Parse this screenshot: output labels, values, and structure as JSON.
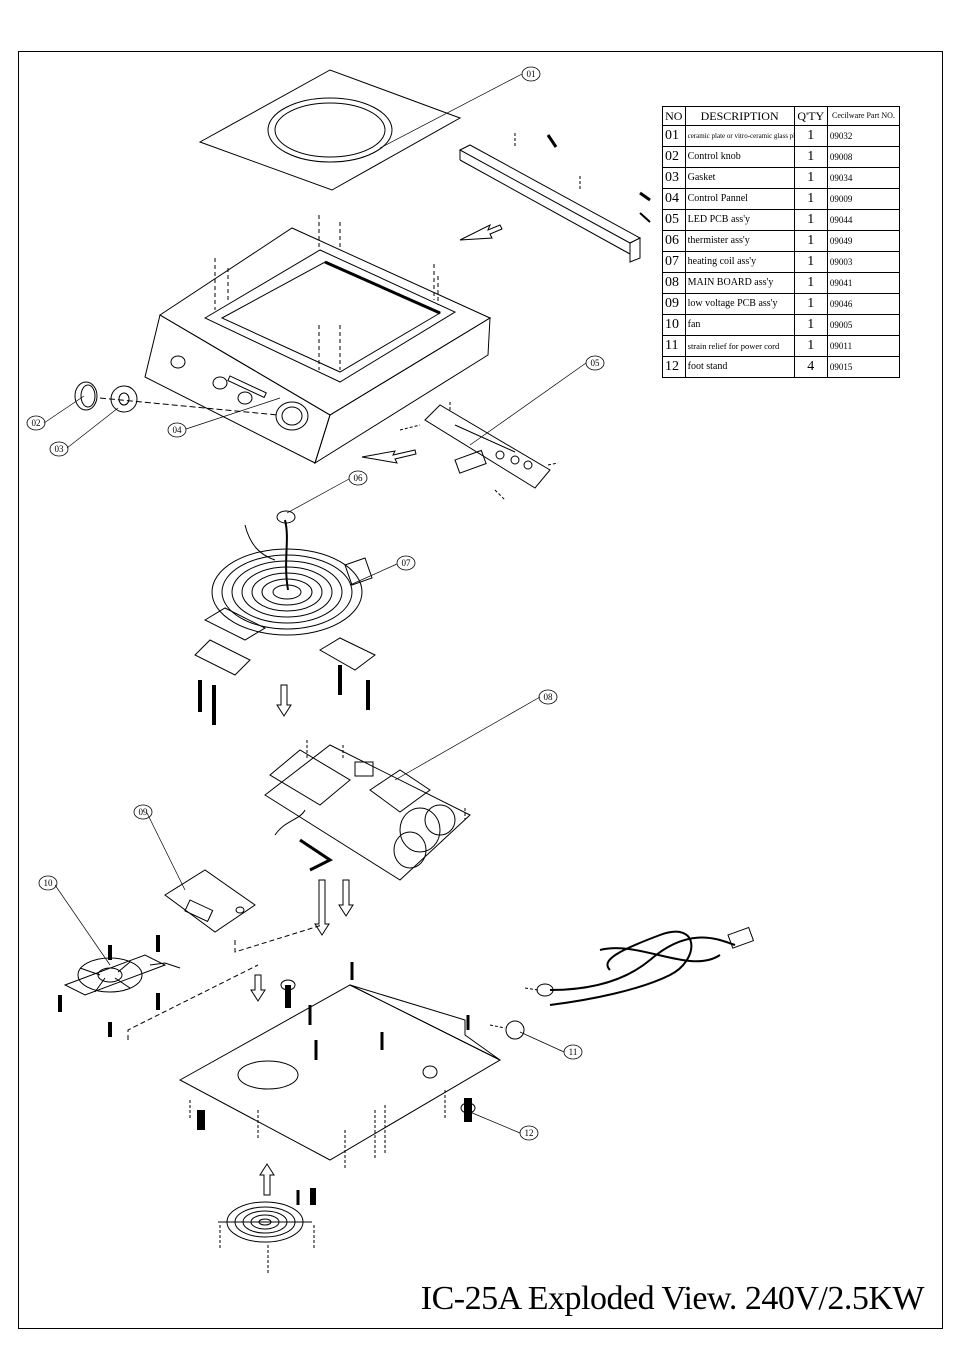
{
  "title": "IC-25A Exploded View. 240V/2.5KW",
  "table": {
    "headers": [
      "NO",
      "DESCRIPTION",
      "Q'TY",
      "Cecilware Part NO."
    ],
    "rows": [
      {
        "no": "01",
        "desc": "ceramic plate or vitro-ceramic glass plate",
        "qty": "1",
        "pn": "09032"
      },
      {
        "no": "02",
        "desc": "Control knob",
        "qty": "1",
        "pn": "09008"
      },
      {
        "no": "03",
        "desc": "Gasket",
        "qty": "1",
        "pn": "09034"
      },
      {
        "no": "04",
        "desc": "Control Pannel",
        "qty": "1",
        "pn": "09009"
      },
      {
        "no": "05",
        "desc": "LED PCB ass'y",
        "qty": "1",
        "pn": "09044"
      },
      {
        "no": "06",
        "desc": "thermister ass'y",
        "qty": "1",
        "pn": "09049"
      },
      {
        "no": "07",
        "desc": "heating coil ass'y",
        "qty": "1",
        "pn": "09003"
      },
      {
        "no": "08",
        "desc": "MAIN BOARD ass'y",
        "qty": "1",
        "pn": "09041"
      },
      {
        "no": "09",
        "desc": "low voltage PCB ass'y",
        "qty": "1",
        "pn": "09046"
      },
      {
        "no": "10",
        "desc": "fan",
        "qty": "1",
        "pn": "09005"
      },
      {
        "no": "11",
        "desc": "strain relief for power cord",
        "qty": "1",
        "pn": "09011"
      },
      {
        "no": "12",
        "desc": "foot stand",
        "qty": "4",
        "pn": "09015"
      }
    ]
  },
  "callouts": [
    "01",
    "02",
    "03",
    "04",
    "05",
    "06",
    "07",
    "08",
    "09",
    "10",
    "11",
    "12"
  ]
}
